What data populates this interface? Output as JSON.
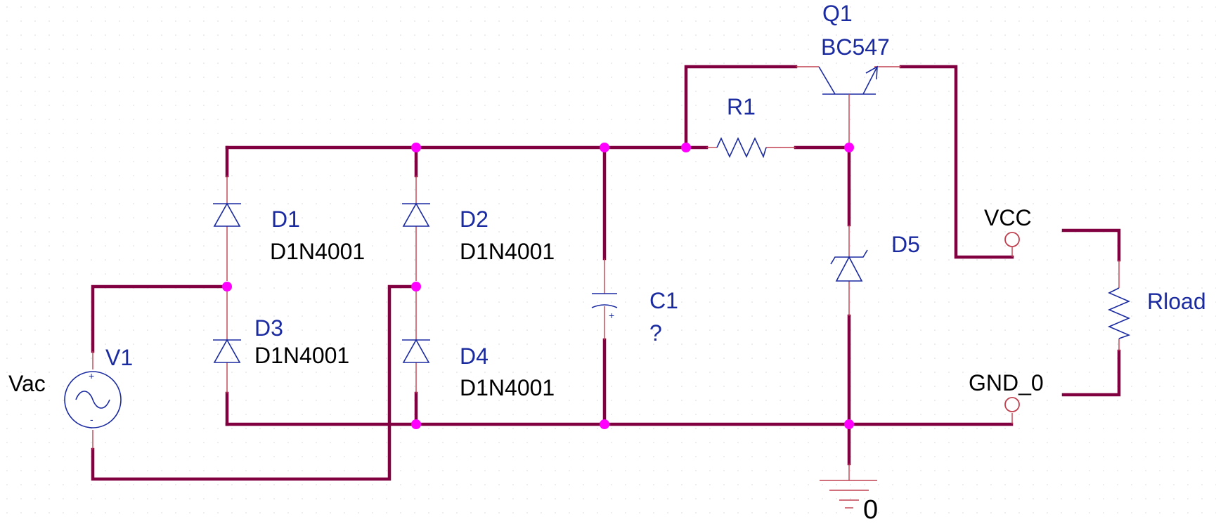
{
  "components": {
    "V1": {
      "refdes": "V1",
      "value": "Vac",
      "plus": "+",
      "minus": "-"
    },
    "D1": {
      "refdes": "D1",
      "value": "D1N4001"
    },
    "D2": {
      "refdes": "D2",
      "value": "D1N4001"
    },
    "D3": {
      "refdes": "D3",
      "value": "D1N4001"
    },
    "D4": {
      "refdes": "D4",
      "value": "D1N4001"
    },
    "C1": {
      "refdes": "C1",
      "value": "?",
      "plus": "+"
    },
    "R1": {
      "refdes": "R1"
    },
    "Q1": {
      "refdes": "Q1",
      "value": "BC547"
    },
    "D5": {
      "refdes": "D5"
    },
    "Rload": {
      "refdes": "Rload"
    }
  },
  "nets": {
    "vcc": "VCC",
    "gnd": "GND_0",
    "ground_symbol": "0"
  },
  "colors": {
    "wire": "#800040",
    "component": "#1a2aa0",
    "junction": "#ff00ff",
    "lead": "#c04050"
  }
}
